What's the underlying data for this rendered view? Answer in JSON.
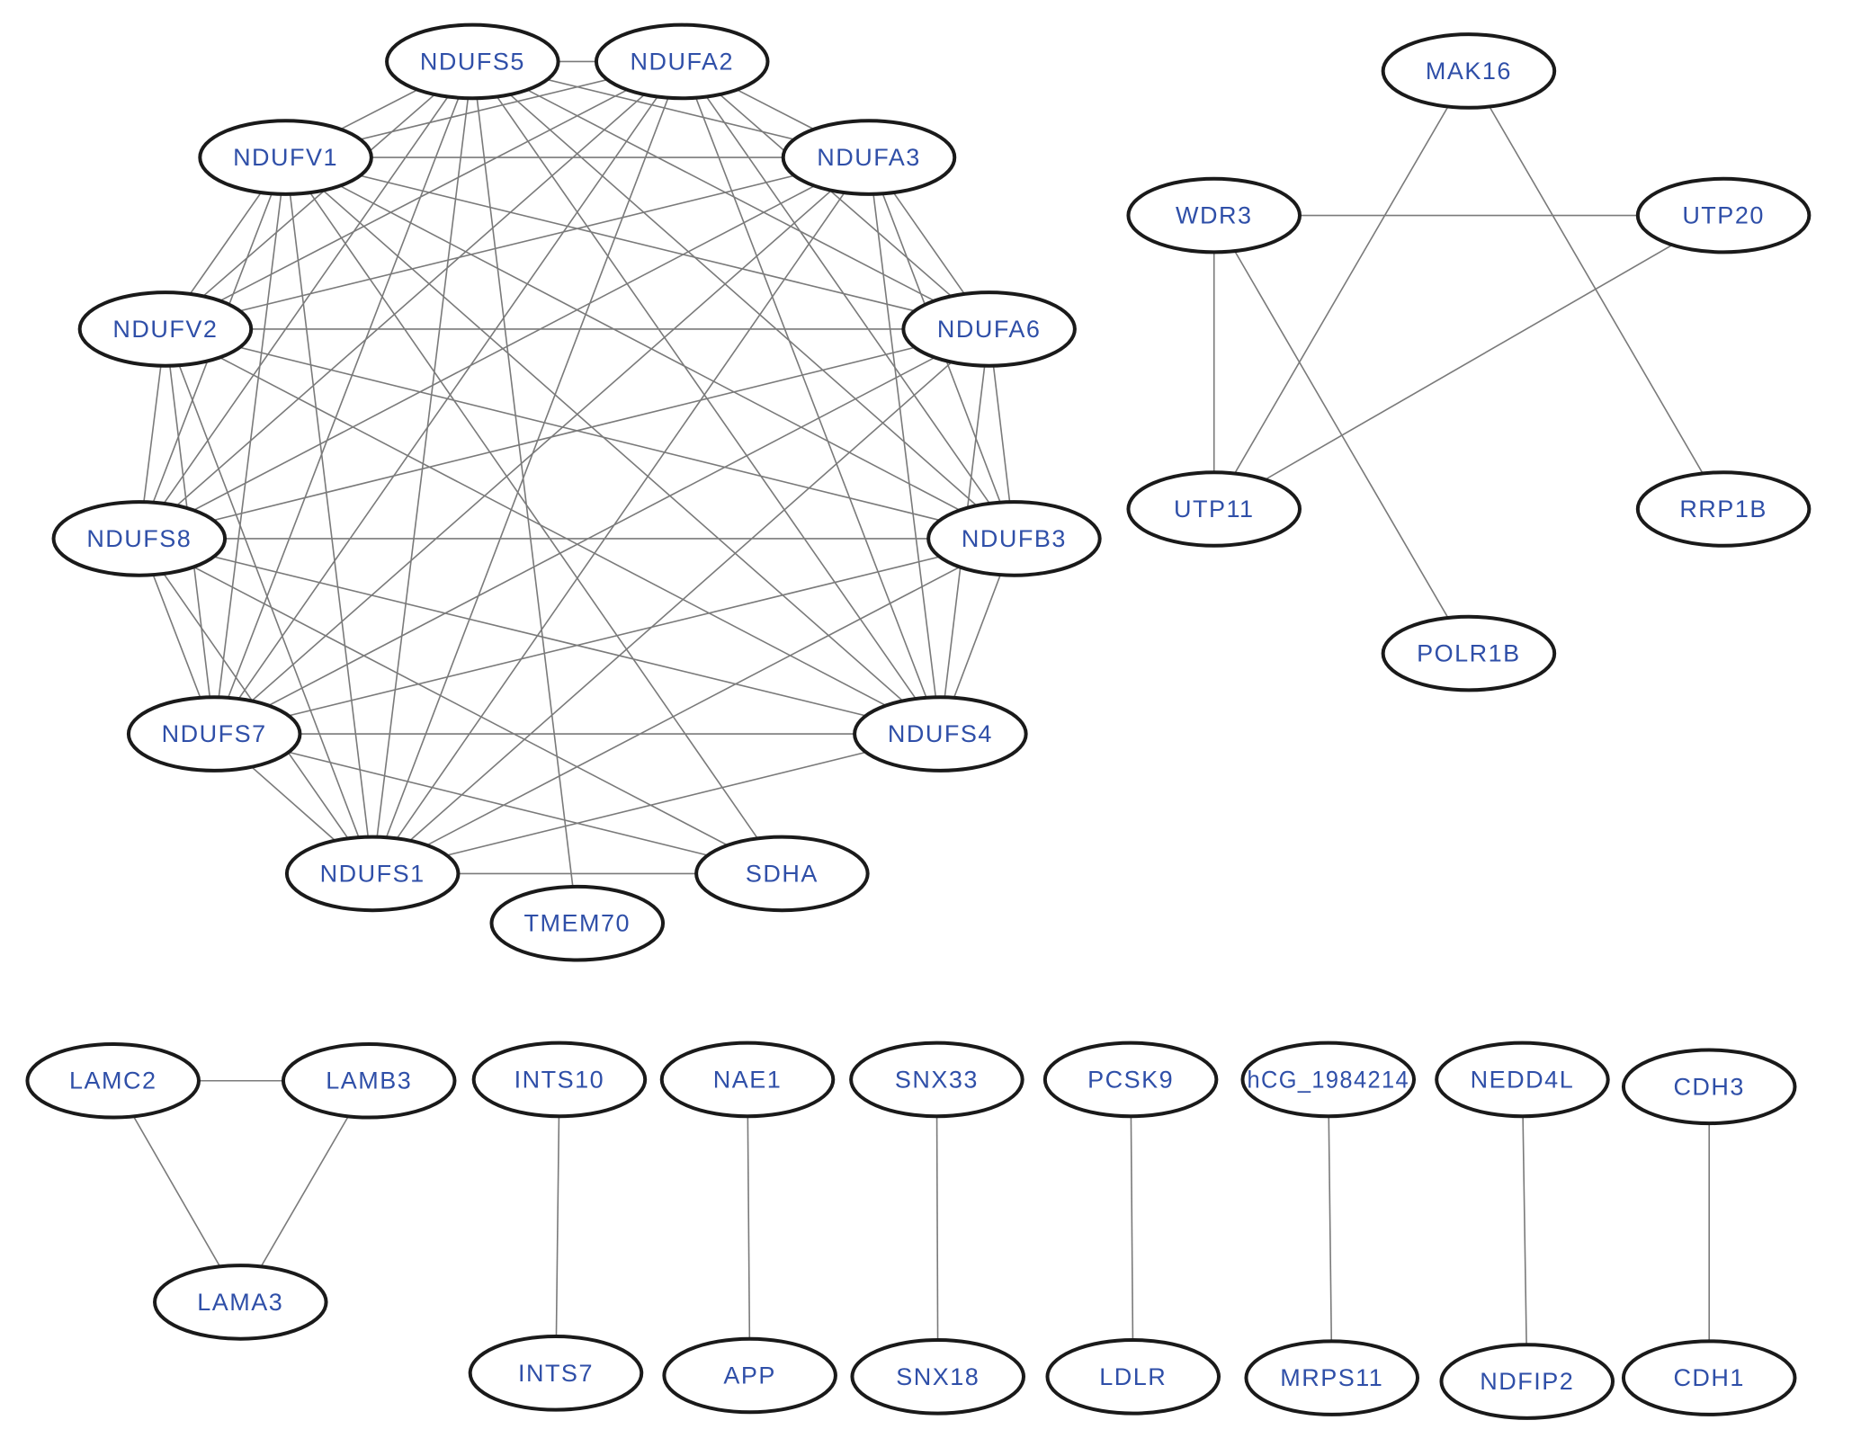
{
  "style": {
    "label_color": "#2f4fa8",
    "edge_color": "#7a7a7a",
    "node_border_color": "#1a1a1a",
    "node_fill": "#ffffff"
  },
  "nodes": [
    {
      "id": "NDUFS5",
      "label": "NDUFS5"
    },
    {
      "id": "NDUFA2",
      "label": "NDUFA2"
    },
    {
      "id": "NDUFV1",
      "label": "NDUFV1"
    },
    {
      "id": "NDUFA3",
      "label": "NDUFA3"
    },
    {
      "id": "NDUFV2",
      "label": "NDUFV2"
    },
    {
      "id": "NDUFA6",
      "label": "NDUFA6"
    },
    {
      "id": "NDUFS8",
      "label": "NDUFS8"
    },
    {
      "id": "NDUFB3",
      "label": "NDUFB3"
    },
    {
      "id": "NDUFS7",
      "label": "NDUFS7"
    },
    {
      "id": "NDUFS4",
      "label": "NDUFS4"
    },
    {
      "id": "NDUFS1",
      "label": "NDUFS1"
    },
    {
      "id": "SDHA",
      "label": "SDHA"
    },
    {
      "id": "TMEM70",
      "label": "TMEM70"
    },
    {
      "id": "MAK16",
      "label": "MAK16"
    },
    {
      "id": "WDR3",
      "label": "WDR3"
    },
    {
      "id": "UTP20",
      "label": "UTP20"
    },
    {
      "id": "UTP11",
      "label": "UTP11"
    },
    {
      "id": "RRP1B",
      "label": "RRP1B"
    },
    {
      "id": "POLR1B",
      "label": "POLR1B"
    },
    {
      "id": "LAMC2",
      "label": "LAMC2"
    },
    {
      "id": "LAMB3",
      "label": "LAMB3"
    },
    {
      "id": "LAMA3",
      "label": "LAMA3"
    },
    {
      "id": "INTS10",
      "label": "INTS10"
    },
    {
      "id": "INTS7",
      "label": "INTS7"
    },
    {
      "id": "NAE1",
      "label": "NAE1"
    },
    {
      "id": "APP",
      "label": "APP"
    },
    {
      "id": "SNX33",
      "label": "SNX33"
    },
    {
      "id": "SNX18",
      "label": "SNX18"
    },
    {
      "id": "PCSK9",
      "label": "PCSK9"
    },
    {
      "id": "LDLR",
      "label": "LDLR"
    },
    {
      "id": "hCG_1984214",
      "label": "hCG_1984214"
    },
    {
      "id": "MRPS11",
      "label": "MRPS11"
    },
    {
      "id": "NEDD4L",
      "label": "NEDD4L"
    },
    {
      "id": "NDFIP2",
      "label": "NDFIP2"
    },
    {
      "id": "CDH3",
      "label": "CDH3"
    },
    {
      "id": "CDH1",
      "label": "CDH1"
    }
  ],
  "edges": [
    [
      "NDUFS5",
      "NDUFA2"
    ],
    [
      "NDUFS5",
      "NDUFV1"
    ],
    [
      "NDUFS5",
      "NDUFA3"
    ],
    [
      "NDUFS5",
      "NDUFV2"
    ],
    [
      "NDUFS5",
      "NDUFA6"
    ],
    [
      "NDUFS5",
      "NDUFS8"
    ],
    [
      "NDUFS5",
      "NDUFB3"
    ],
    [
      "NDUFS5",
      "NDUFS7"
    ],
    [
      "NDUFS5",
      "NDUFS4"
    ],
    [
      "NDUFS5",
      "NDUFS1"
    ],
    [
      "NDUFS5",
      "TMEM70"
    ],
    [
      "NDUFA2",
      "NDUFV1"
    ],
    [
      "NDUFA2",
      "NDUFA3"
    ],
    [
      "NDUFA2",
      "NDUFV2"
    ],
    [
      "NDUFA2",
      "NDUFA6"
    ],
    [
      "NDUFA2",
      "NDUFS8"
    ],
    [
      "NDUFA2",
      "NDUFB3"
    ],
    [
      "NDUFA2",
      "NDUFS7"
    ],
    [
      "NDUFA2",
      "NDUFS4"
    ],
    [
      "NDUFA2",
      "NDUFS1"
    ],
    [
      "NDUFV1",
      "NDUFA3"
    ],
    [
      "NDUFV1",
      "NDUFV2"
    ],
    [
      "NDUFV1",
      "NDUFA6"
    ],
    [
      "NDUFV1",
      "NDUFS8"
    ],
    [
      "NDUFV1",
      "NDUFB3"
    ],
    [
      "NDUFV1",
      "NDUFS7"
    ],
    [
      "NDUFV1",
      "NDUFS4"
    ],
    [
      "NDUFV1",
      "NDUFS1"
    ],
    [
      "NDUFV1",
      "SDHA"
    ],
    [
      "NDUFA3",
      "NDUFV2"
    ],
    [
      "NDUFA3",
      "NDUFA6"
    ],
    [
      "NDUFA3",
      "NDUFS8"
    ],
    [
      "NDUFA3",
      "NDUFB3"
    ],
    [
      "NDUFA3",
      "NDUFS7"
    ],
    [
      "NDUFA3",
      "NDUFS4"
    ],
    [
      "NDUFA3",
      "NDUFS1"
    ],
    [
      "NDUFV2",
      "NDUFA6"
    ],
    [
      "NDUFV2",
      "NDUFS8"
    ],
    [
      "NDUFV2",
      "NDUFB3"
    ],
    [
      "NDUFV2",
      "NDUFS7"
    ],
    [
      "NDUFV2",
      "NDUFS4"
    ],
    [
      "NDUFV2",
      "NDUFS1"
    ],
    [
      "NDUFA6",
      "NDUFS8"
    ],
    [
      "NDUFA6",
      "NDUFB3"
    ],
    [
      "NDUFA6",
      "NDUFS7"
    ],
    [
      "NDUFA6",
      "NDUFS4"
    ],
    [
      "NDUFA6",
      "NDUFS1"
    ],
    [
      "NDUFS8",
      "NDUFB3"
    ],
    [
      "NDUFS8",
      "NDUFS7"
    ],
    [
      "NDUFS8",
      "NDUFS4"
    ],
    [
      "NDUFS8",
      "NDUFS1"
    ],
    [
      "NDUFS8",
      "SDHA"
    ],
    [
      "NDUFB3",
      "NDUFS7"
    ],
    [
      "NDUFB3",
      "NDUFS4"
    ],
    [
      "NDUFB3",
      "NDUFS1"
    ],
    [
      "NDUFS7",
      "NDUFS4"
    ],
    [
      "NDUFS7",
      "NDUFS1"
    ],
    [
      "NDUFS7",
      "SDHA"
    ],
    [
      "NDUFS4",
      "NDUFS1"
    ],
    [
      "NDUFS1",
      "SDHA"
    ],
    [
      "MAK16",
      "UTP11"
    ],
    [
      "MAK16",
      "RRP1B"
    ],
    [
      "WDR3",
      "UTP20"
    ],
    [
      "WDR3",
      "UTP11"
    ],
    [
      "WDR3",
      "POLR1B"
    ],
    [
      "UTP20",
      "UTP11"
    ],
    [
      "LAMC2",
      "LAMB3"
    ],
    [
      "LAMC2",
      "LAMA3"
    ],
    [
      "LAMB3",
      "LAMA3"
    ],
    [
      "INTS10",
      "INTS7"
    ],
    [
      "NAE1",
      "APP"
    ],
    [
      "SNX33",
      "SNX18"
    ],
    [
      "PCSK9",
      "LDLR"
    ],
    [
      "hCG_1984214",
      "MRPS11"
    ],
    [
      "NEDD4L",
      "NDFIP2"
    ],
    [
      "CDH3",
      "CDH1"
    ]
  ]
}
